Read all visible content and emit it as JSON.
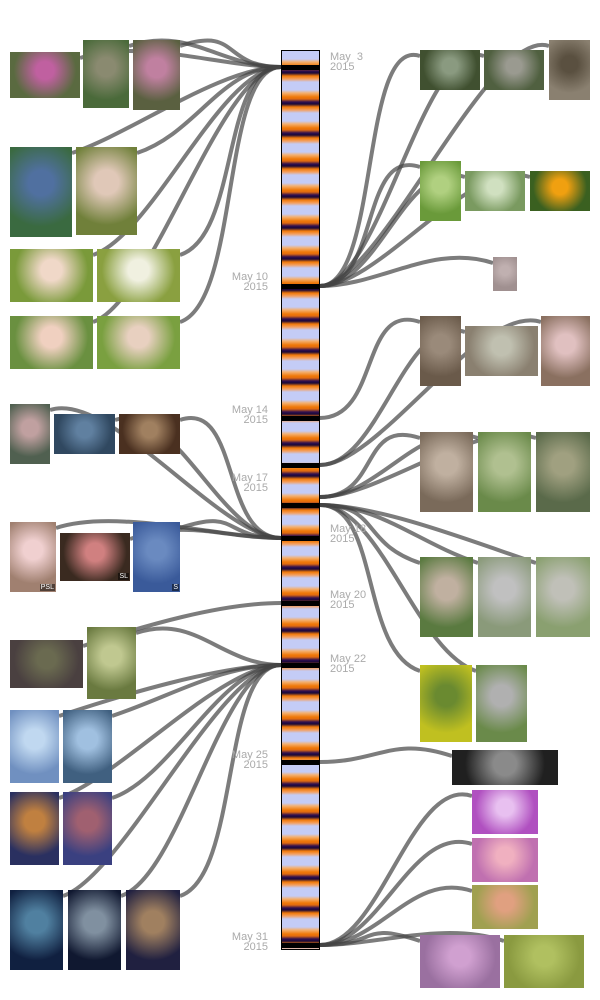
{
  "dates": [
    {
      "day": "May  3",
      "year": "2015",
      "side": "right"
    },
    {
      "day": "May 10",
      "year": "2015",
      "side": "left"
    },
    {
      "day": "May 14",
      "year": "2015",
      "side": "left"
    },
    {
      "day": "May 17",
      "year": "2015",
      "side": "left"
    },
    {
      "day": "May 18",
      "year": "2015",
      "side": "right"
    },
    {
      "day": "May 20",
      "year": "2015",
      "side": "right"
    },
    {
      "day": "May 22",
      "year": "2015",
      "side": "right"
    },
    {
      "day": "May 25",
      "year": "2015",
      "side": "left"
    },
    {
      "day": "May 31",
      "year": "2015",
      "side": "left"
    }
  ],
  "photos": [
    {
      "c1": "#5a6a40",
      "c2": "#c060a0"
    },
    {
      "c1": "#4a6a3a",
      "c2": "#8a8a70"
    },
    {
      "c1": "#5a6040",
      "c2": "#c080a0"
    },
    {
      "c1": "#3a6a40",
      "c2": "#5070a0"
    },
    {
      "c1": "#70803a",
      "c2": "#e0c8b8"
    },
    {
      "c1": "#7a9a3a",
      "c2": "#f0d8c8"
    },
    {
      "c1": "#8aa040",
      "c2": "#f0f0e0"
    },
    {
      "c1": "#6a9040",
      "c2": "#f0d0c0"
    },
    {
      "c1": "#7aa040",
      "c2": "#e8d0c0"
    },
    {
      "c1": "#506050",
      "c2": "#c0a0a0"
    },
    {
      "c1": "#304860",
      "c2": "#6080a0"
    },
    {
      "c1": "#4a3020",
      "c2": "#a08060"
    },
    {
      "c1": "#a08070",
      "c2": "#f0d0d0",
      "badge": "PSL"
    },
    {
      "c1": "#3a2a20",
      "c2": "#d08080",
      "badge": "SL"
    },
    {
      "c1": "#3a5a9a",
      "c2": "#6a8ac0",
      "badge": "S"
    },
    {
      "c1": "#4a4040",
      "c2": "#6a6a50"
    },
    {
      "c1": "#6a7a40",
      "c2": "#c0c890"
    },
    {
      "c1": "#7090c0",
      "c2": "#c0d8f0"
    },
    {
      "c1": "#406080",
      "c2": "#a0c0e0"
    },
    {
      "c1": "#2a3060",
      "c2": "#c08040"
    },
    {
      "c1": "#3a4080",
      "c2": "#a06070"
    },
    {
      "c1": "#102040",
      "c2": "#5080a0"
    },
    {
      "c1": "#101830",
      "c2": "#8090a0"
    },
    {
      "c1": "#202040",
      "c2": "#a08060"
    },
    {
      "c1": "#405030",
      "c2": "#8a9a80"
    },
    {
      "c1": "#506040",
      "c2": "#9a9a90"
    },
    {
      "c1": "#8a8070",
      "c2": "#5a5040"
    },
    {
      "c1": "#6a9a3a",
      "c2": "#b0d080"
    },
    {
      "c1": "#7a9a60",
      "c2": "#d0e0c0"
    },
    {
      "c1": "#3a6020",
      "c2": "#f0a010"
    },
    {
      "c1": "#a09090",
      "c2": "#c0b0b0"
    },
    {
      "c1": "#6a5a4a",
      "c2": "#9a8a7a"
    },
    {
      "c1": "#8a8070",
      "c2": "#c0c0b0"
    },
    {
      "c1": "#8a7060",
      "c2": "#e0c0c0"
    },
    {
      "c1": "#7a6a5a",
      "c2": "#c0b0a0"
    },
    {
      "c1": "#6a8a4a",
      "c2": "#b0c090"
    },
    {
      "c1": "#5a6a4a",
      "c2": "#a0a080"
    },
    {
      "c1": "#5a7a40",
      "c2": "#c0b0a0"
    },
    {
      "c1": "#8a9a7a",
      "c2": "#c0c0c0"
    },
    {
      "c1": "#8aa070",
      "c2": "#c0c0b8"
    },
    {
      "c1": "#c0c020",
      "c2": "#6a8a30"
    },
    {
      "c1": "#6a8a4a",
      "c2": "#b0b0b0"
    },
    {
      "c1": "#202020",
      "c2": "#8a8a8a"
    },
    {
      "c1": "#b050c0",
      "c2": "#e8c0f0"
    },
    {
      "c1": "#c070b0",
      "c2": "#f0b0c0"
    },
    {
      "c1": "#a0a050",
      "c2": "#e0a080"
    },
    {
      "c1": "#9a70a0",
      "c2": "#d0a0d0"
    },
    {
      "c1": "#8a9a40",
      "c2": "#b0c060"
    }
  ]
}
